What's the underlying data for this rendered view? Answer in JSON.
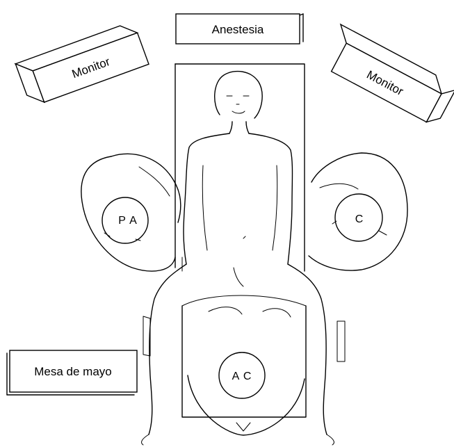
{
  "labels": {
    "anesthesia": "Anestesia",
    "monitor_left": "Monitor",
    "monitor_right": "Monitor",
    "mayo_table": "Mesa de mayo",
    "assistant_left": "P A",
    "assistant_right": "C",
    "surgeon": "A C"
  }
}
